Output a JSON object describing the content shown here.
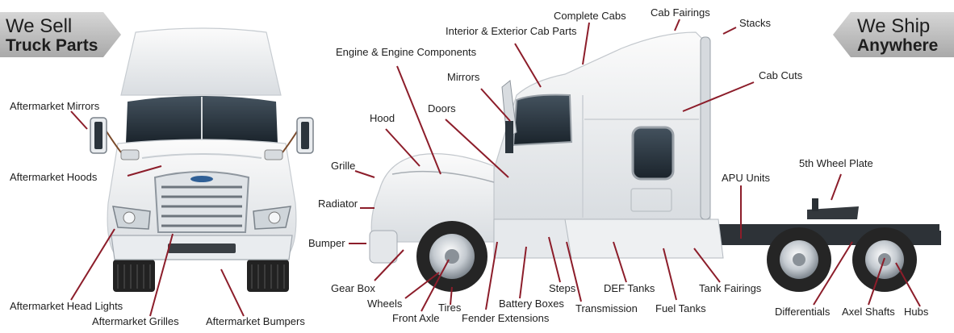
{
  "banners": {
    "sell": {
      "line1": "We Sell",
      "line2": "Truck Parts"
    },
    "ship": {
      "line1": "We Ship",
      "line2": "Anywhere"
    }
  },
  "colors": {
    "leader_line": "#8c1d2a",
    "banner": "#c2c2c2",
    "body_paint": "#eeeeee",
    "glass": "#2a3640",
    "chrome": "#b9bfc6",
    "tire": "#252525"
  },
  "callouts": {
    "aftermarket_mirrors": "Aftermarket Mirrors",
    "aftermarket_hoods": "Aftermarket Hoods",
    "aftermarket_head_lights": "Aftermarket Head Lights",
    "aftermarket_grilles": "Aftermarket Grilles",
    "aftermarket_bumpers": "Aftermarket Bumpers",
    "engine_components": "Engine & Engine Components",
    "interior_exterior_cab_parts": "Interior & Exterior Cab Parts",
    "complete_cabs": "Complete Cabs",
    "cab_fairings": "Cab Fairings",
    "stacks": "Stacks",
    "cab_cuts": "Cab Cuts",
    "mirrors": "Mirrors",
    "doors": "Doors",
    "hood": "Hood",
    "grille": "Grille",
    "radiator": "Radiator",
    "bumper": "Bumper",
    "apu_units": "APU Units",
    "fifth_wheel_plate": "5th Wheel Plate",
    "gear_box": "Gear Box",
    "wheels": "Wheels",
    "tires": "Tires",
    "front_axle": "Front Axle",
    "fender_extensions": "Fender Extensions",
    "battery_boxes": "Battery Boxes",
    "steps": "Steps",
    "transmission": "Transmission",
    "def_tanks": "DEF Tanks",
    "fuel_tanks": "Fuel Tanks",
    "tank_fairings": "Tank Fairings",
    "differentials": "Differentials",
    "axel_shafts": "Axel Shafts",
    "hubs": "Hubs"
  }
}
